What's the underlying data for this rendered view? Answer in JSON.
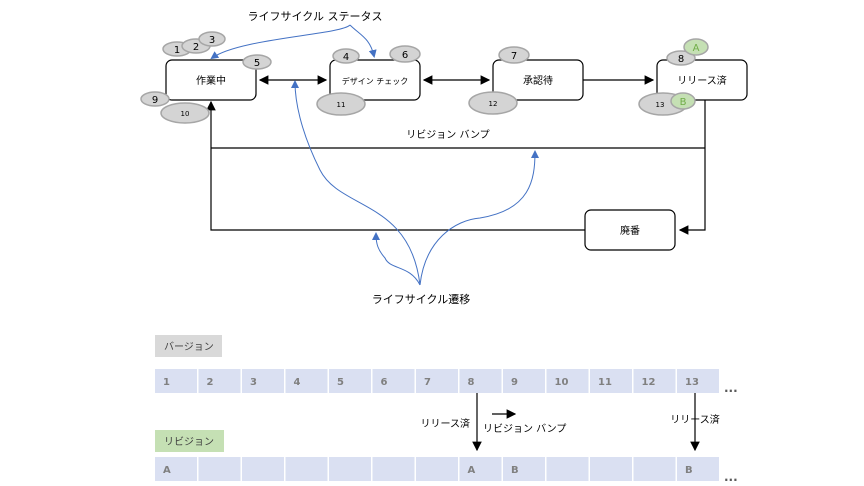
{
  "diagram": {
    "title_status": "ライフサイクル ステータス",
    "title_transition": "ライフサイクル遷移",
    "revision_bump_label": "リビジョン バンプ",
    "states": [
      {
        "id": "wip",
        "label": "作業中"
      },
      {
        "id": "design-check",
        "label": "デザイン チェック"
      },
      {
        "id": "approval",
        "label": "承認待"
      },
      {
        "id": "released",
        "label": "リリース済"
      },
      {
        "id": "obsolete",
        "label": "廃番"
      }
    ],
    "version_markers": [
      "1",
      "2",
      "3",
      "4",
      "5",
      "6",
      "7",
      "8",
      "9",
      "10",
      "11",
      "12",
      "13"
    ],
    "revision_markers": [
      "A",
      "B"
    ]
  },
  "timeline": {
    "version_header": "バージョン",
    "revision_header": "リビジョン",
    "versions": [
      "1",
      "2",
      "3",
      "4",
      "5",
      "6",
      "7",
      "8",
      "9",
      "10",
      "11",
      "12",
      "13"
    ],
    "revisions": [
      "A",
      "",
      "",
      "",
      "",
      "",
      "",
      "A",
      "B",
      "",
      "",
      "",
      "B"
    ],
    "ellipsis": "...",
    "released_label_1": "リリース済",
    "revision_bump_label": "リビジョン バンプ",
    "released_label_2": "リリース済"
  },
  "colors": {
    "arrow_blue": "#4472c4",
    "cell": "#dae0f2",
    "revision_green": "#c5e0b4",
    "marker_gray": "#d4d4d4"
  }
}
